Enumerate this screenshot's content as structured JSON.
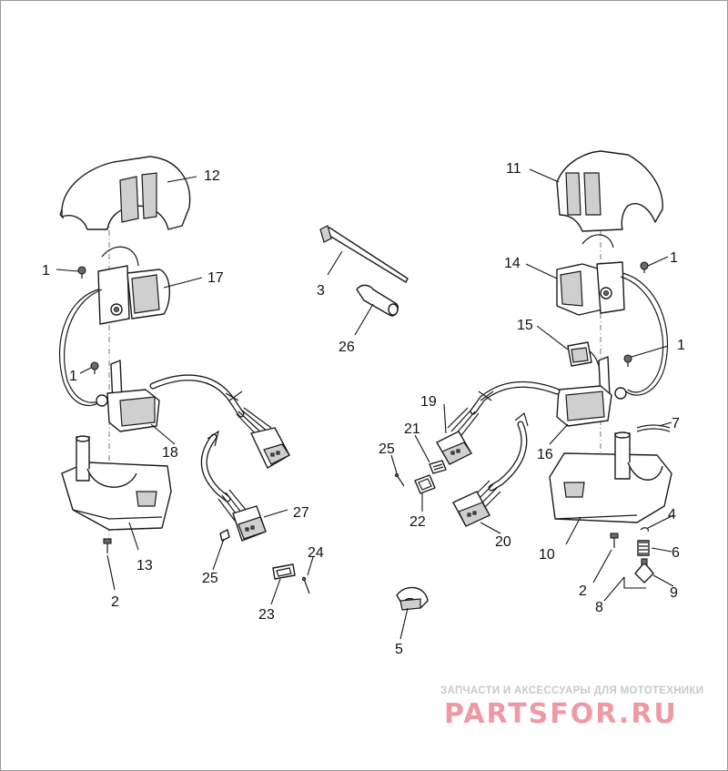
{
  "callouts": [
    "1",
    "1",
    "1",
    "1",
    "2",
    "2",
    "3",
    "4",
    "5",
    "6",
    "7",
    "8",
    "9",
    "10",
    "11",
    "12",
    "13",
    "14",
    "15",
    "16",
    "17",
    "18",
    "19",
    "20",
    "21",
    "22",
    "23",
    "24",
    "25",
    "25",
    "26",
    "27"
  ],
  "watermark": {
    "tagline": "ЗАПЧАСТИ И АКСЕССУАРЫ ДЛЯ МОТОТЕХНИКИ",
    "logo": "PARTSFOR.RU"
  },
  "colors": {
    "line": "#1a1a1a",
    "shade": "#cfcfcf",
    "watermark_logo": "#ee9aa4",
    "watermark_text": "#c9c9c9"
  }
}
